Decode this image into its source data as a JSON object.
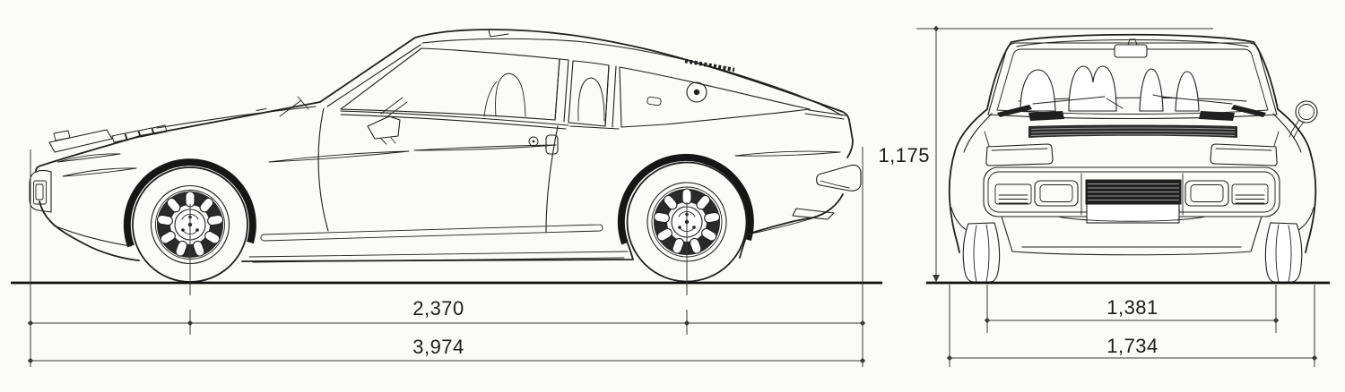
{
  "colors": {
    "background": "#fbfbf8",
    "ink": "#1f1f1f",
    "dim-ink": "#3a3a3a",
    "label-ink": "#1c1c1c"
  },
  "dimensions": {
    "side_view": {
      "wheelbase": "2,370",
      "overall_length": "3,974",
      "overall_height": "1,175"
    },
    "front_view": {
      "track": "1,381",
      "overall_width": "1,734"
    }
  }
}
